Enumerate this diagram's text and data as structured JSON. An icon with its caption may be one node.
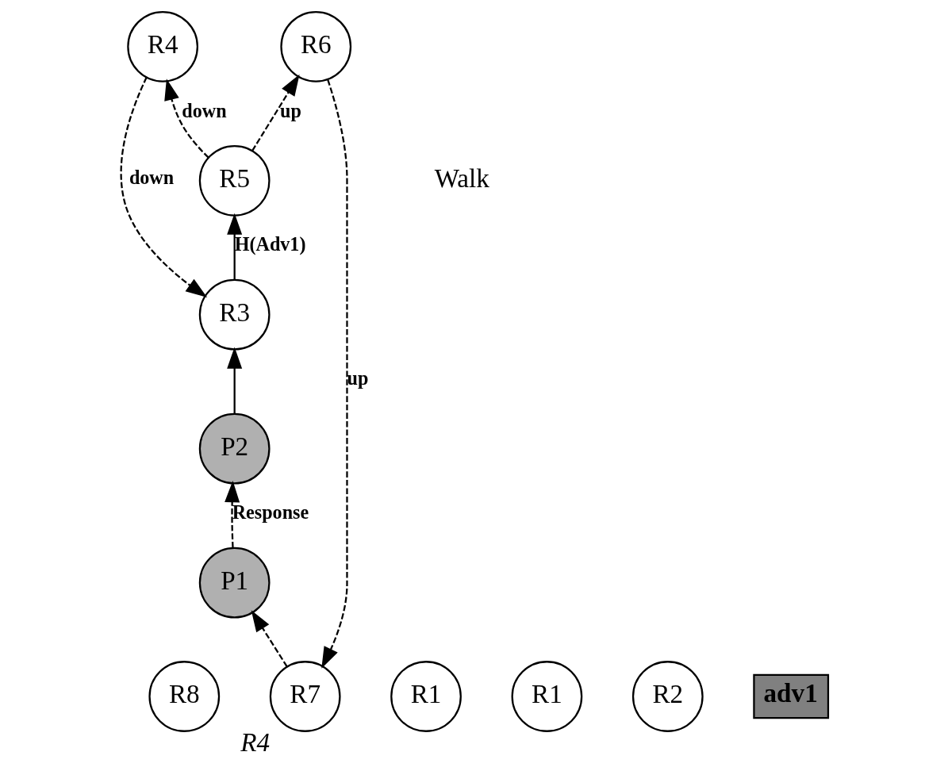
{
  "diagram": {
    "nodes": [
      {
        "text": [
          "R8"
        ]
      },
      {
        "text": [
          "R7"
        ],
        "beside": [
          "R4"
        ]
      },
      {
        "text": [
          "R1"
        ]
      },
      {
        "text": [
          "R6"
        ]
      },
      {
        "text": [
          "R1"
        ]
      },
      {
        "text": [
          "R5"
        ]
      },
      {
        "text": [
          "R2"
        ]
      },
      {
        "text": [
          "R4"
        ]
      },
      {
        "text": [
          "R3"
        ]
      },
      {
        "text": [
          "adv1"
        ]
      },
      {
        "text": [
          "P1"
        ]
      },
      {
        "text": [
          "P2"
        ]
      }
    ],
    "edges": [
      {
        "from": 3,
        "to": 1,
        "arrow": "to",
        "label": "up",
        "style": "dashed"
      },
      {
        "from": 5,
        "to": 3,
        "arrow": "to",
        "label": "up",
        "style": "dashed"
      },
      {
        "from": 8,
        "to": 5,
        "arrow": "to",
        "label": "H(Adv1)"
      },
      {
        "from": 5,
        "to": 7,
        "arrow": "to",
        "label": "down",
        "style": "dashed"
      },
      {
        "from": 7,
        "to": 8,
        "arrow": "to",
        "label": "down",
        "style": "dashed"
      },
      {
        "from": 11,
        "to": 8,
        "arrow": "to"
      },
      {
        "from": 1,
        "to": 10,
        "arrow": "to",
        "style": "dashed"
      },
      {
        "from": 10,
        "to": 11,
        "arrow": "to",
        "label": "Response",
        "style": "dashed"
      }
    ],
    "labels": [
      "Walk"
    ]
  }
}
